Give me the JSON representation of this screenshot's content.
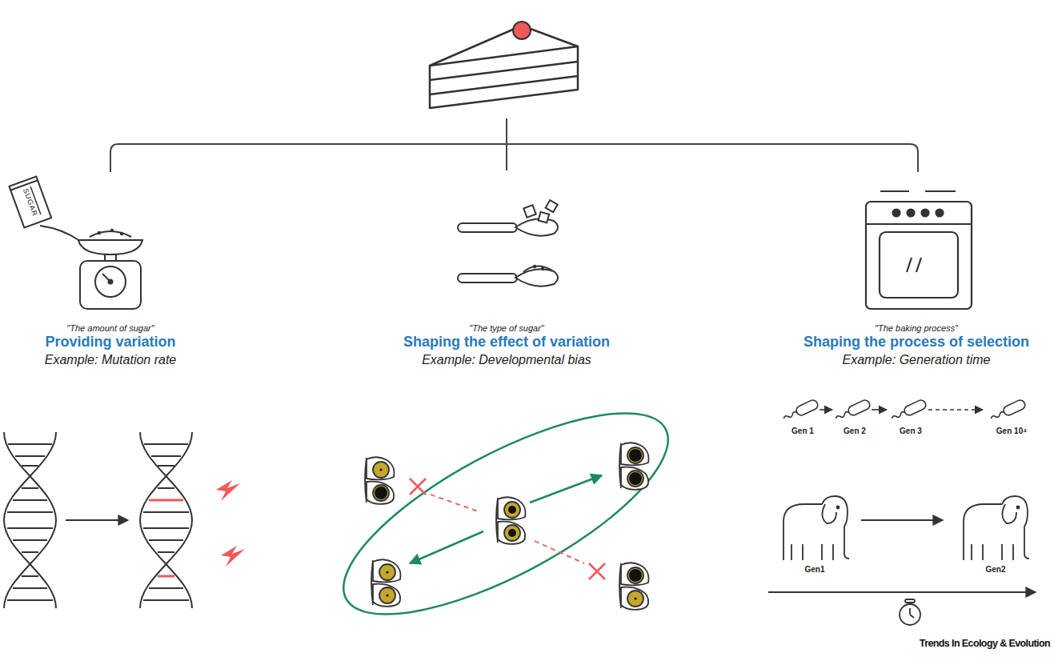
{
  "diagram": {
    "nodes": [
      {
        "text": [
          "SUGAR"
        ]
      }
    ],
    "labels": [
      "\"The amount of sugar\"",
      "Providing variation",
      "Example: Mutation rate",
      "\"The type of sugar\"",
      "Shaping the effect of variation",
      "Example: Developmental bias",
      "\"The baking process\"",
      "Shaping the process of selection",
      "Example: Generation time",
      "Gen 1",
      "Gen 2",
      "Gen 3",
      "Gen 10⁴",
      "Gen1",
      "Gen2",
      "Trends In Ecology & Evolution"
    ]
  }
}
